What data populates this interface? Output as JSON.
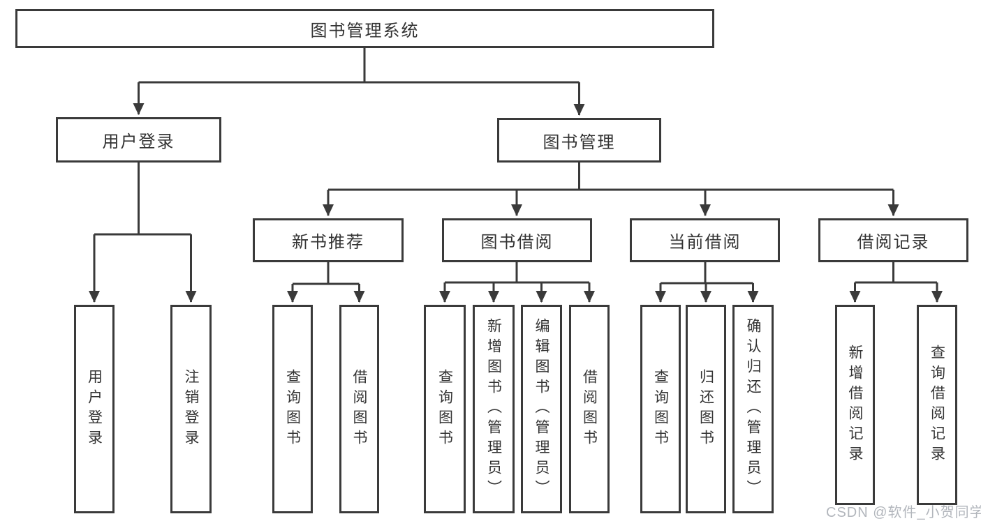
{
  "diagram": {
    "title": "图书管理系统",
    "root": {
      "label": "图书管理系统"
    },
    "branches": [
      {
        "label": "用户登录",
        "children": [
          {
            "label": "用户登录"
          },
          {
            "label": "注销登录"
          }
        ]
      },
      {
        "label": "图书管理",
        "children": [
          {
            "label": "新书推荐",
            "children": [
              {
                "label": "查询图书"
              },
              {
                "label": "借阅图书"
              }
            ]
          },
          {
            "label": "图书借阅",
            "children": [
              {
                "label": "查询图书"
              },
              {
                "label": "新增图书（管理员）"
              },
              {
                "label": "编辑图书（管理员）"
              },
              {
                "label": "借阅图书"
              }
            ]
          },
          {
            "label": "当前借阅",
            "children": [
              {
                "label": "查询图书"
              },
              {
                "label": "归还图书"
              },
              {
                "label": "确认归还（管理员）"
              }
            ]
          },
          {
            "label": "借阅记录",
            "children": [
              {
                "label": "新增借阅记录"
              },
              {
                "label": "查询借阅记录"
              }
            ]
          }
        ]
      }
    ]
  },
  "watermark": {
    "text": "CSDN @软件_小贺同学"
  },
  "colors": {
    "line": "#3a3a3a",
    "text": "#333333",
    "watermark": "#a5a9b0",
    "background": "#ffffff"
  }
}
